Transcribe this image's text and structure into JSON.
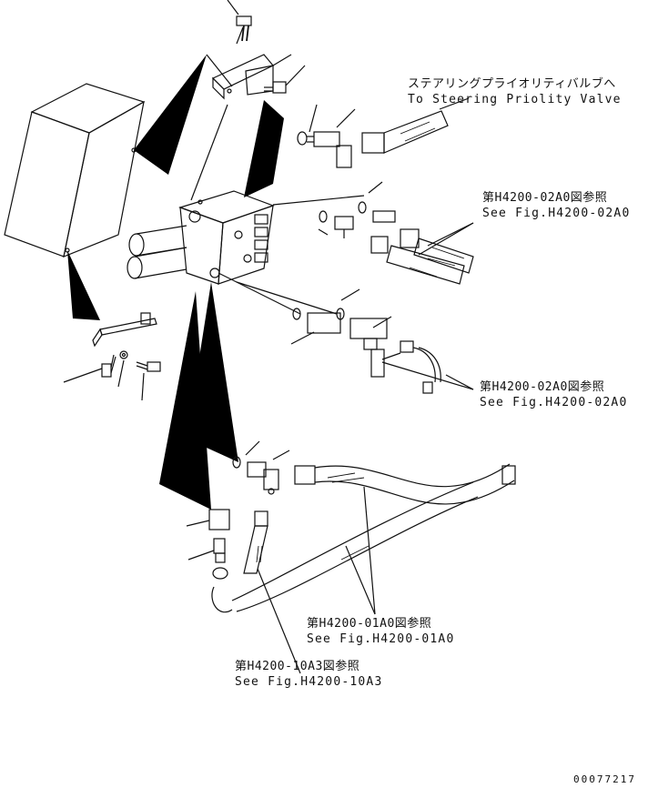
{
  "callouts": {
    "steering": {
      "jp": "ステアリングプライオリティバルブへ",
      "en": "To Steering Priolity Valve"
    },
    "ref_02a0_top": {
      "jp": "第H4200-02A0図参照",
      "en": "See Fig.H4200-02A0"
    },
    "ref_02a0_mid": {
      "jp": "第H4200-02A0図参照",
      "en": "See Fig.H4200-02A0"
    },
    "ref_01a0": {
      "jp": "第H4200-01A0図参照",
      "en": "See Fig.H4200-01A0"
    },
    "ref_10a3": {
      "jp": "第H4200-10A3図参照",
      "en": "See Fig.H4200-10A3"
    }
  },
  "drawing_number": "00077217"
}
